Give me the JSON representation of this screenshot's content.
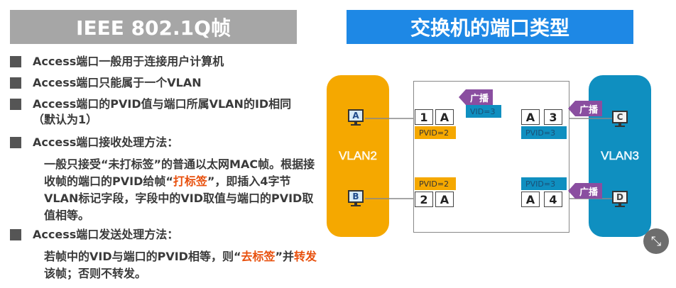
{
  "left_title": "IEEE 802.1Q帧",
  "right_title": "交换机的端口类型",
  "bullets": [
    {
      "text": "Access端口一般用于连接用户计算机"
    },
    {
      "text": "Access端口只能属于一个VLAN"
    },
    {
      "text": "Access端口的PVID值与端口所属VLAN的ID相同（默认为1）"
    },
    {
      "text": "Access端口接收处理方法："
    },
    {
      "text": "Access端口发送处理方法："
    }
  ],
  "para1": {
    "a": "一般只接受“未打标签”的普通以太网MAC帧。根据接收帧的端口的PVID给帧“",
    "hl": "打标签",
    "b": "”，即插入4字节VLAN标记字段，字段中的VID取值与端口的PVID取值相等。"
  },
  "para2": {
    "a": "若帧中的VID与端口的PVID相等，则“",
    "hl1": "去标签",
    "b": "”并",
    "hl2": "转发",
    "c": "该帧；否则不转发。"
  },
  "diagram": {
    "vlan2_label": "VLAN2",
    "vlan3_label": "VLAN3",
    "hosts": {
      "a": "A",
      "b": "B",
      "c": "C",
      "d": "D"
    },
    "port1": {
      "num": "1",
      "frame": "A",
      "pvid": "PVID=2"
    },
    "port2": {
      "num": "2",
      "frame": "A",
      "pvid": "PVID=2"
    },
    "port3": {
      "num": "3",
      "frame": "A",
      "pvid": "PVID=3"
    },
    "port4": {
      "num": "4",
      "frame": "A",
      "pvid": "PVID=3"
    },
    "broadcast_top": {
      "label": "广播",
      "vid": "VID=3"
    },
    "broadcast_c": {
      "label": "广播"
    },
    "broadcast_d": {
      "label": "广播"
    }
  },
  "colors": {
    "vlan2": "#f5a800",
    "vlan3": "#0f8fc0",
    "broadcast": "#8a4ea0",
    "highlight": "#e8500d",
    "arrow": "#1a6b5a"
  }
}
